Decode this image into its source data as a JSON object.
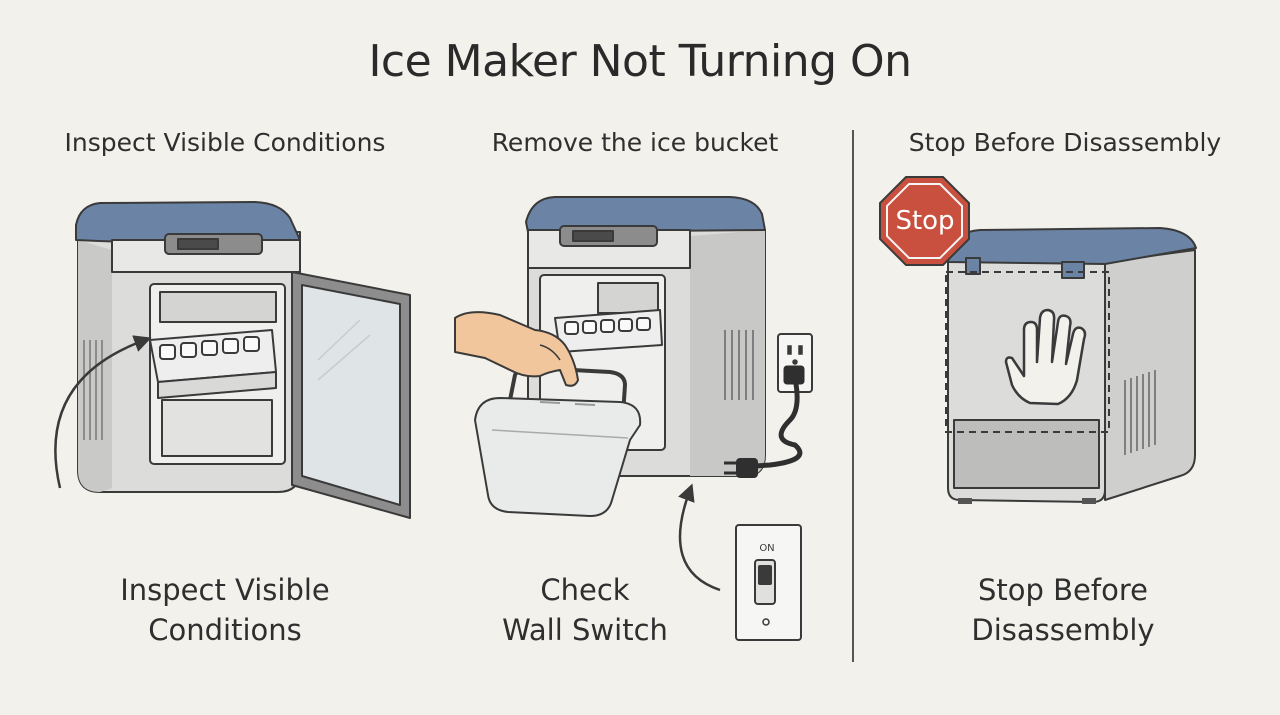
{
  "title": "Ice Maker Not Turning On",
  "panels": [
    {
      "heading": "Inspect Visible Conditions",
      "caption_line1": "Inspect Visible",
      "caption_line2": "Conditions"
    },
    {
      "heading": "Remove the ice bucket",
      "caption_line1": "Check",
      "caption_line2": "Wall Switch"
    },
    {
      "heading": "Stop Before Disassembly",
      "caption_line1": "Stop Before",
      "caption_line2": "Disassembly"
    }
  ],
  "stop_sign_text": "Stop",
  "switch_on_label": "ON",
  "colors": {
    "background": "#f2f1ec",
    "lid_blue": "#6b84a6",
    "body_gray": "#dcdcda",
    "stop_red": "#c9503e",
    "line": "#3a3a3a"
  },
  "icons": [
    "arrow-icon",
    "hand-icon",
    "stop-sign-icon",
    "power-plug-icon",
    "wall-outlet-icon",
    "wall-switch-icon"
  ]
}
